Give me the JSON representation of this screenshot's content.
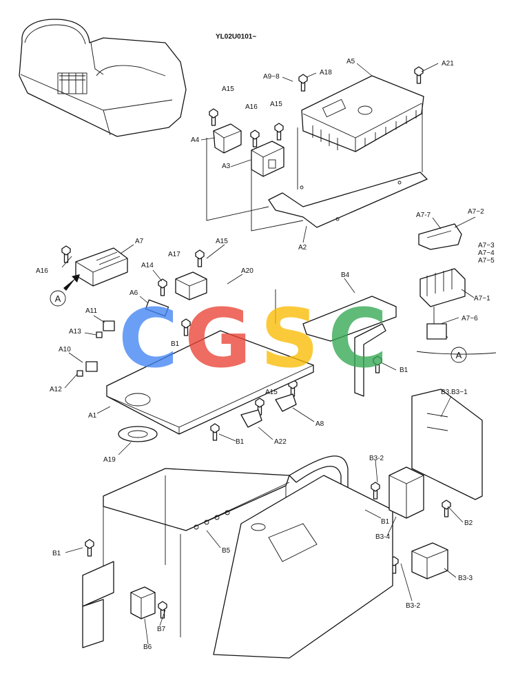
{
  "diagram": {
    "serial_code": "YL02U0101~",
    "detail_marker": "A",
    "watermark": {
      "letters": [
        "C",
        "G",
        "S",
        "C"
      ],
      "colors": [
        "#4285F4",
        "#EA4335",
        "#FBBC05",
        "#34A853"
      ]
    },
    "labels": {
      "A5": "A5",
      "A21": "A21",
      "A9_8": "A9−8",
      "A18": "A18",
      "A15_a": "A15",
      "A16_a": "A16",
      "A15_b": "A15",
      "A4": "A4",
      "A3": "A3",
      "A2": "A2",
      "A7_7": "A7-7",
      "A7_2": "A7−2",
      "A7_3": "A7−3",
      "A7_4": "A7−4",
      "A7_5": "A7−5",
      "A7_1": "A7−1",
      "A7_6": "A7−6",
      "A7": "A7",
      "A16_b": "A16",
      "A17": "A17",
      "A15_c": "A15",
      "A14": "A14",
      "A20": "A20",
      "A6": "A6",
      "B4": "B4",
      "A11": "A11",
      "A13": "A13",
      "B1_a": "B1",
      "A10": "A10",
      "A12": "A12",
      "A1": "A1",
      "B1_b": "B1",
      "A15_d": "A15",
      "A8": "A8",
      "A22": "A22",
      "B1_c": "B1",
      "A19": "A19",
      "B3_B3_1": "B3.B3−1",
      "B3_2_a": "B3-2",
      "B3_4": "B3-4",
      "B1_d": "B1",
      "B2": "B2",
      "B5": "B5",
      "B1_e": "B1",
      "B3_3": "B3-3",
      "B3_2_b": "B3-2",
      "B7": "B7",
      "B6": "B6"
    }
  }
}
